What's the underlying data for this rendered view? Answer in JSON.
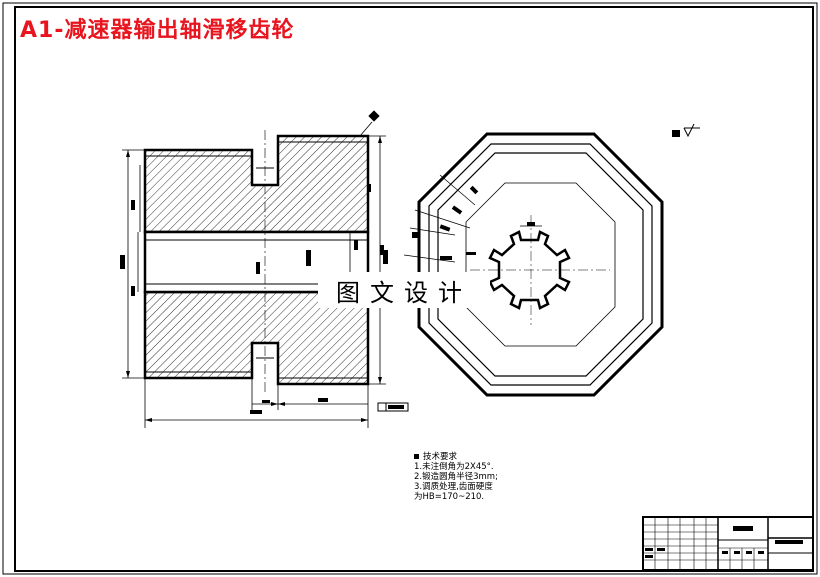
{
  "title": "A1-减速器输出轴滑移齿轮",
  "watermark": "图文设计",
  "technical_requirements": {
    "heading": "技术要求",
    "items": [
      "1.未注倒角为2X45°.",
      "2.锻造圆角半径3mm;",
      "3.调质处理,齿面硬度",
      "为HB=170~210."
    ]
  },
  "colors": {
    "title": "#e8141e",
    "line": "#000000",
    "hatch": "#000000"
  },
  "icons": {
    "roughness": "surface-roughness-symbol"
  }
}
